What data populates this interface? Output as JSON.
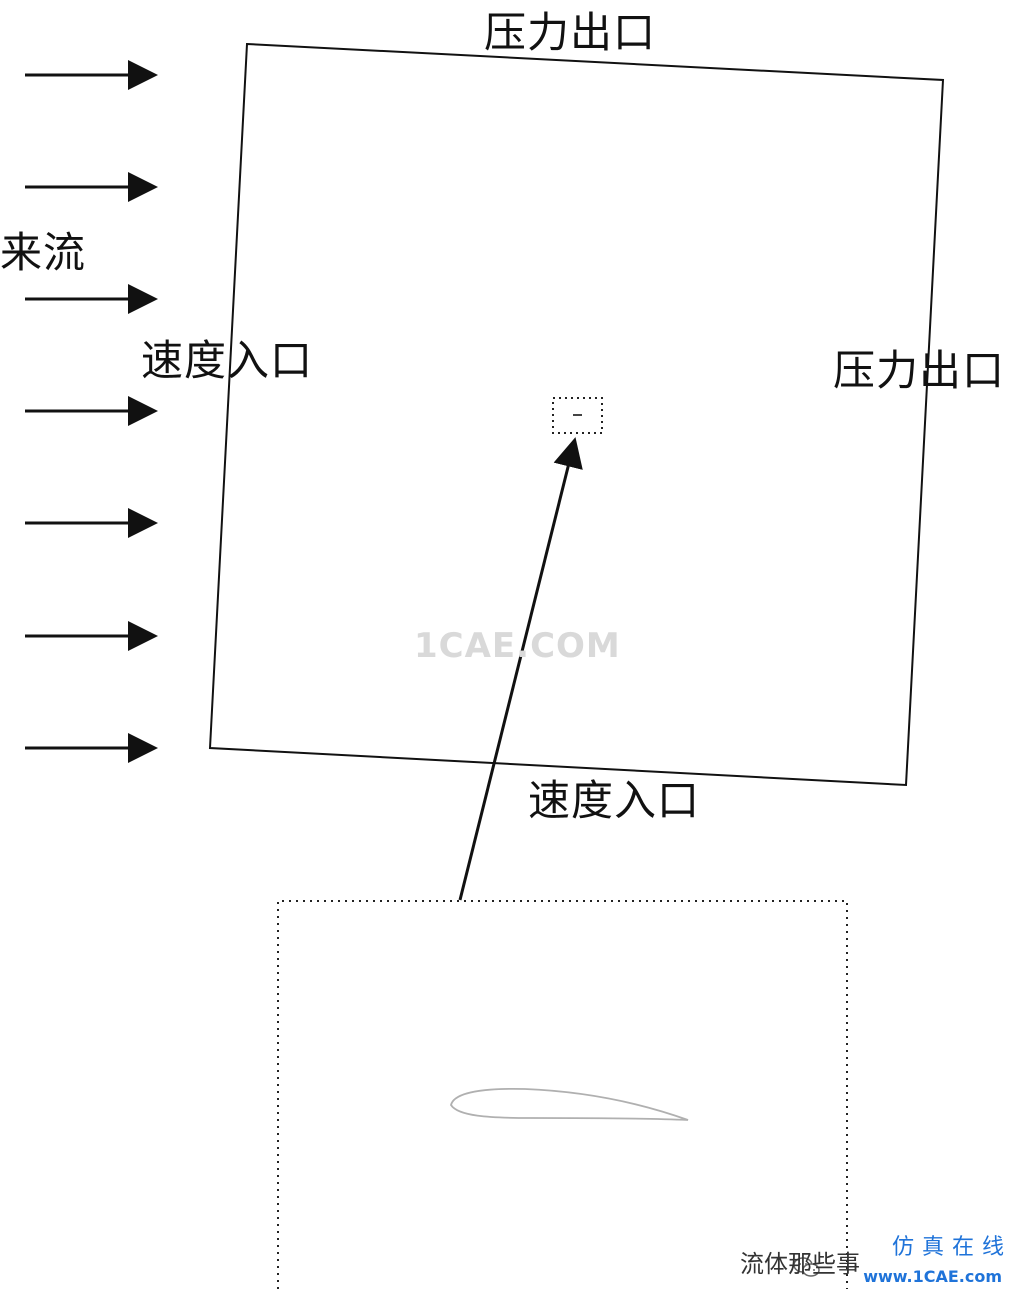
{
  "labels": {
    "incoming_flow": "来流",
    "top_outlet": "压力出口",
    "right_outlet": "压力出口",
    "left_inlet": "速度入口",
    "bottom_inlet": "速度入口"
  },
  "watermark": {
    "text": "1CAE.COM"
  },
  "footer": {
    "wechat_name": "流体那些事",
    "brand": "仿真在线",
    "url": "www.1CAE.com"
  },
  "colors": {
    "line": "#111111",
    "dot_frame": "#222222",
    "airfoil": "#b0b0b0",
    "watermark": "#d9d9d9",
    "brand": "#1f73d9"
  },
  "icons": {
    "wechat": "wechat-icon"
  }
}
